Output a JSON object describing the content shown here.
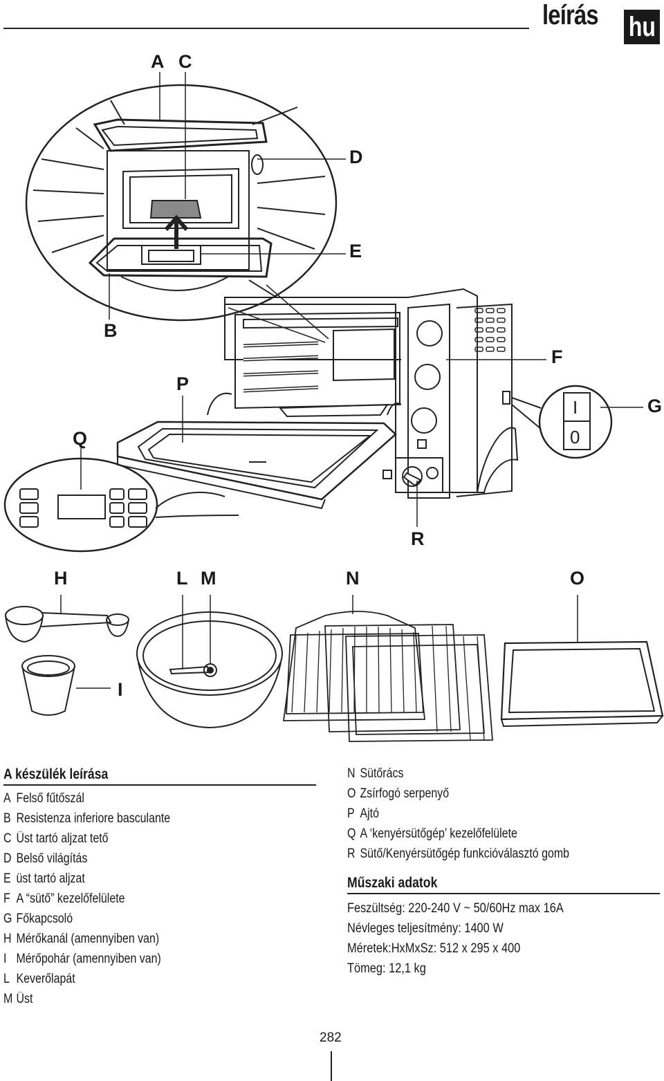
{
  "header": {
    "title": "leírás",
    "lang": "hu"
  },
  "figure_labels": {
    "A": "A",
    "C": "C",
    "D": "D",
    "E": "E",
    "B": "B",
    "P": "P",
    "F": "F",
    "G": "G",
    "Q": "Q",
    "R": "R",
    "H": "H",
    "L": "L",
    "M": "M",
    "N": "N",
    "O": "O",
    "I": "I",
    "switch_on": "I",
    "switch_off": "0"
  },
  "parts_section": {
    "title": "A készülék leírása",
    "items": [
      {
        "key": "A",
        "text": "Felső fűtőszál"
      },
      {
        "key": "B",
        "text": "Resistenza inferiore basculante"
      },
      {
        "key": "C",
        "text": "Üst tartó aljzat tető"
      },
      {
        "key": "D",
        "text": "Belső világítás"
      },
      {
        "key": "E",
        "text": "üst tartó aljzat"
      },
      {
        "key": "F",
        "text": "A “sütő” kezelőfelülete"
      },
      {
        "key": "G",
        "text": "Főkapcsoló"
      },
      {
        "key": "H",
        "text": "Mérőkanál (amennyiben van)"
      },
      {
        "key": "I",
        "text": "Mérőpohár (amennyiben van)"
      },
      {
        "key": "L",
        "text": "Keverőlapát"
      },
      {
        "key": "M",
        "text": "Üst"
      }
    ],
    "items_continued": [
      {
        "key": "N",
        "text": "Sütőrács"
      },
      {
        "key": "O",
        "text": "Zsírfogó serpenyő"
      },
      {
        "key": "P",
        "text": "Ajtó"
      },
      {
        "key": "Q",
        "text": "A ‘kenyérsütőgép’ kezelőfelülete"
      },
      {
        "key": "R",
        "text": "Sütő/Kenyérsütőgép funkcióválasztó gomb"
      }
    ]
  },
  "specs_section": {
    "title": "Műszaki adatok",
    "lines": [
      "Feszültség: 220-240 V ~ 50/60Hz max 16A",
      "Névleges teljesítmény: 1400 W",
      "Méretek:HxMxSz: 512 x 295 x 400",
      "Tömeg: 12,1 kg"
    ]
  },
  "footer": {
    "page_number": "282"
  }
}
